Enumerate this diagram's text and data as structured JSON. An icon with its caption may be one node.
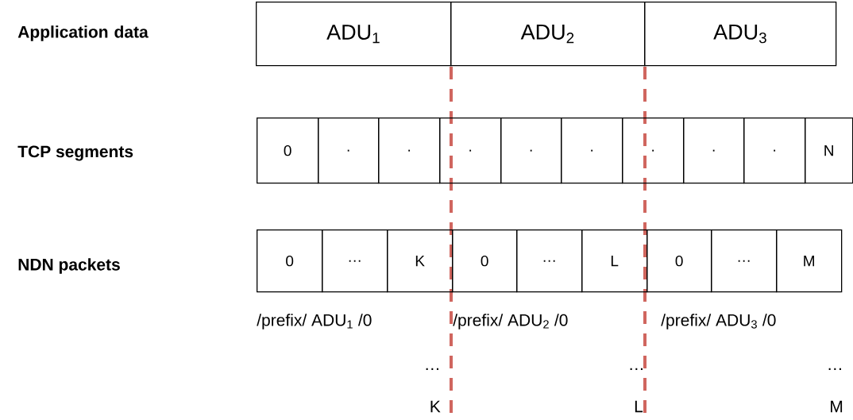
{
  "diagram": {
    "nodes": [
      {
        "text": [
          "ADU$_{1}$"
        ]
      },
      {
        "text": [
          "ADU$_{2}$"
        ]
      },
      {
        "text": [
          "ADU$_{3}$"
        ]
      },
      {
        "text": [
          "0"
        ]
      },
      {
        "text": [
          "."
        ]
      },
      {
        "text": [
          "."
        ]
      },
      {
        "text": [
          "."
        ]
      },
      {
        "text": [
          "."
        ]
      },
      {
        "text": [
          "."
        ]
      },
      {
        "text": [
          "."
        ]
      },
      {
        "text": [
          "."
        ]
      },
      {
        "text": [
          "."
        ]
      },
      {
        "text": [
          "N"
        ]
      },
      {
        "text": [
          "0"
        ]
      },
      {
        "text": [
          "…"
        ]
      },
      {
        "text": [
          "K"
        ]
      },
      {
        "text": [
          "0"
        ]
      },
      {
        "text": [
          "…"
        ]
      },
      {
        "text": [
          "L"
        ]
      },
      {
        "text": [
          "0"
        ]
      },
      {
        "text": [
          "…"
        ]
      },
      {
        "text": [
          "M"
        ]
      }
    ],
    "labels": [
      "Application data",
      "TCP segments",
      "NDN packets",
      "/prefix/ ADU$_{1}$ /0",
      "/prefix/ ADU$_{2}$ /0",
      "/prefix/ ADU$_{3}$ /0",
      "…",
      "…",
      "…",
      "K",
      "L",
      "M"
    ]
  }
}
